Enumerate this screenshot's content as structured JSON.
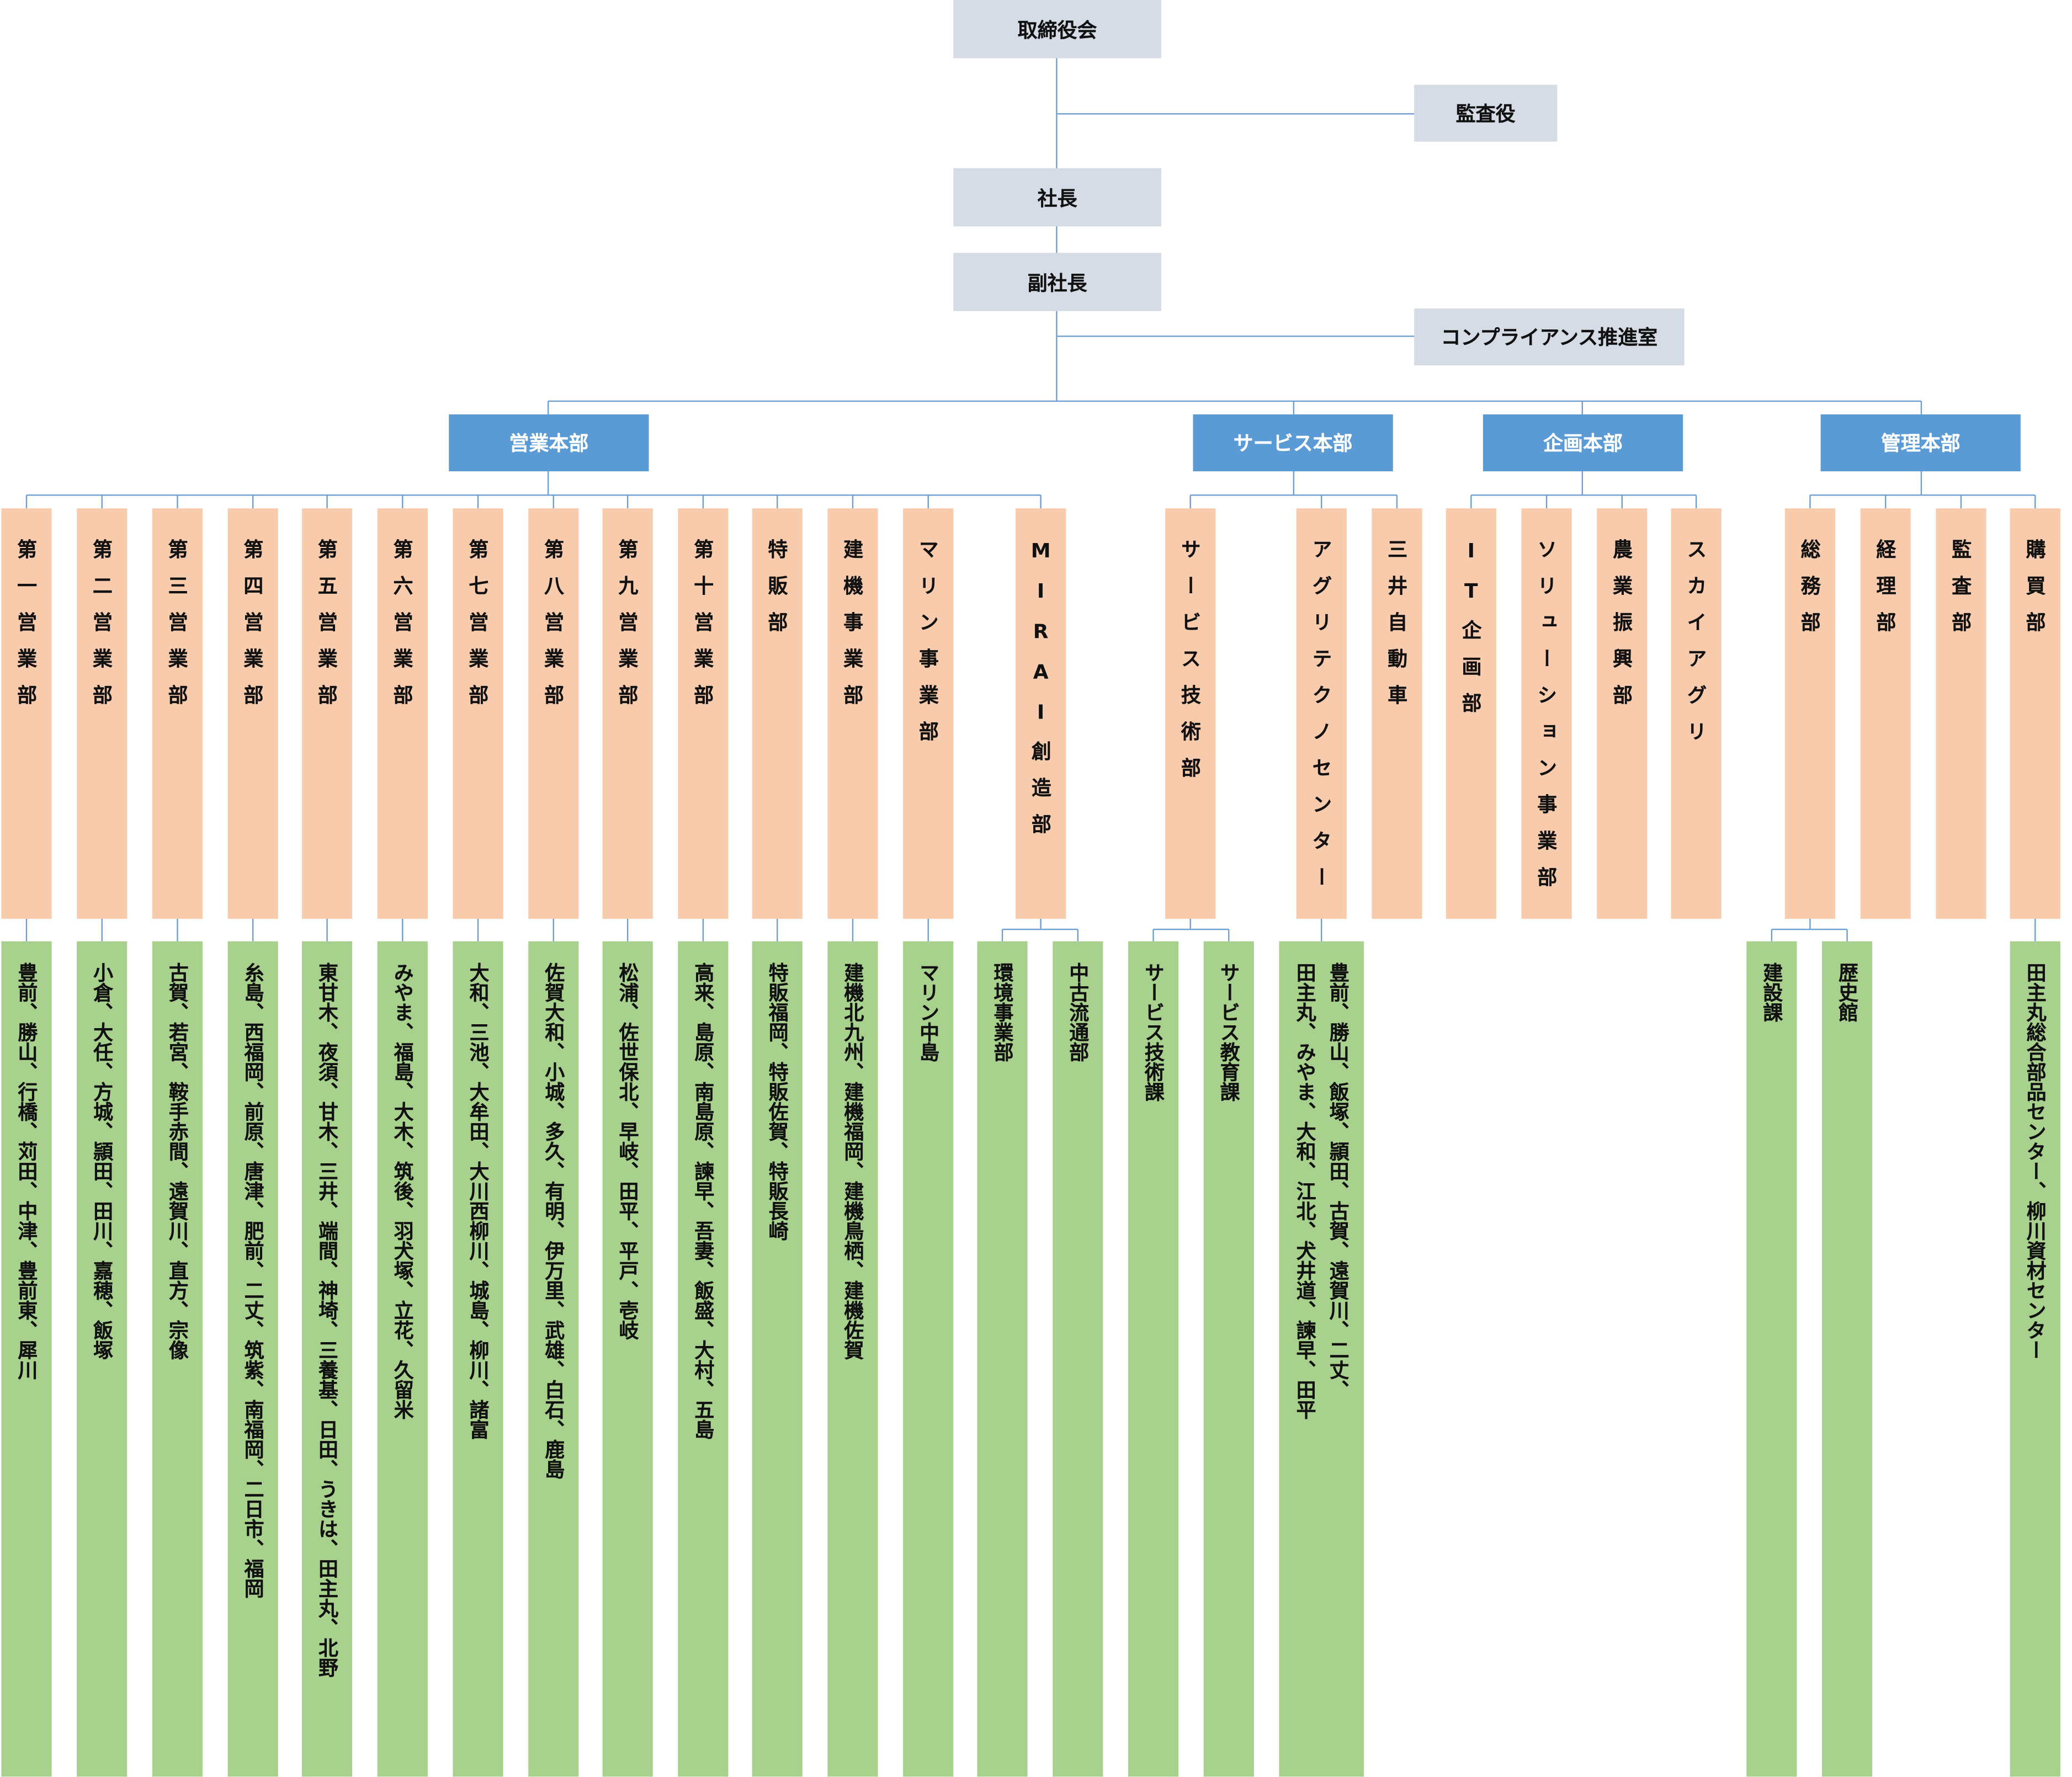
{
  "executive": {
    "board": "取締役会",
    "auditor": "監査役",
    "president": "社長",
    "vice_president": "副社長",
    "compliance_office": "コンプライアンス推進室"
  },
  "divisions": [
    {
      "name": "営業本部",
      "departments": [
        {
          "name": "第一営業部",
          "branches": [
            "豊前、勝山、行橋、苅田、中津、豊前東、犀川"
          ]
        },
        {
          "name": "第二営業部",
          "branches": [
            "小倉、大任、方城、頴田、田川、嘉穂、飯塚"
          ]
        },
        {
          "name": "第三営業部",
          "branches": [
            "古賀、若宮、鞍手赤間、遠賀川、直方、宗像"
          ]
        },
        {
          "name": "第四営業部",
          "branches": [
            "糸島、西福岡、前原、唐津、肥前、二丈、筑紫、南福岡、二日市、福岡"
          ]
        },
        {
          "name": "第五営業部",
          "branches": [
            "東甘木、夜須、甘木、三井、端間、神埼、三養基、日田、うきは、田主丸、北野"
          ]
        },
        {
          "name": "第六営業部",
          "branches": [
            "みやま、福島、大木、筑後、羽犬塚、立花、久留米"
          ]
        },
        {
          "name": "第七営業部",
          "branches": [
            "大和、三池、大牟田、大川西柳川、城島、柳川、諸富"
          ]
        },
        {
          "name": "第八営業部",
          "branches": [
            "佐賀大和、小城、多久、有明、伊万里、武雄、白石、鹿島"
          ]
        },
        {
          "name": "第九営業部",
          "branches": [
            "松浦、佐世保北、早岐、田平、平戸、壱岐"
          ]
        },
        {
          "name": "第十営業部",
          "branches": [
            "高来、島原、南島原、諫早、吾妻、飯盛、大村、五島"
          ]
        },
        {
          "name": "特販部",
          "branches": [
            "特販福岡、特販佐賀、特販長崎"
          ]
        },
        {
          "name": "建機事業部",
          "branches": [
            "建機北九州、建機福岡、建機鳥栖、建機佐賀"
          ]
        },
        {
          "name": "マリン事業部",
          "branches": [
            "マリン中島"
          ]
        },
        {
          "name": "MIRAI創造部",
          "branches": [
            "環境事業部",
            "中古流通部"
          ]
        }
      ]
    },
    {
      "name": "サービス本部",
      "departments": [
        {
          "name": "サービス技術部",
          "branches": [
            "サービス技術課",
            "サービス教育課"
          ]
        },
        {
          "name": "アグリテクノセンター",
          "branches": [
            "豊前、勝山、飯塚、頴田、古賀、遠賀川、二丈、\n田主丸、みやま、大和、江北、犬井道、諫早、田平"
          ]
        },
        {
          "name": "三井自動車",
          "branches": []
        }
      ]
    },
    {
      "name": "企画本部",
      "departments": [
        {
          "name": "IT企画部",
          "branches": []
        },
        {
          "name": "ソリューション事業部",
          "branches": []
        },
        {
          "name": "農業振興部",
          "branches": []
        },
        {
          "name": "スカイアグリ",
          "branches": []
        }
      ]
    },
    {
      "name": "管理本部",
      "departments": [
        {
          "name": "総務部",
          "branches": [
            "建設課",
            "歴史館"
          ]
        },
        {
          "name": "経理部",
          "branches": []
        },
        {
          "name": "監査部",
          "branches": []
        },
        {
          "name": "購買部",
          "branches": [
            "田主丸総合部品センター、柳川資材センター"
          ]
        }
      ]
    }
  ],
  "colors": {
    "executive_box": "#d6dce5",
    "division_box": "#5b9bd5",
    "division_text": "#ffffff",
    "department_box": "#f8cbad",
    "branch_box": "#a9d18e",
    "connector": "#6d9fd1",
    "text": "#111111"
  }
}
